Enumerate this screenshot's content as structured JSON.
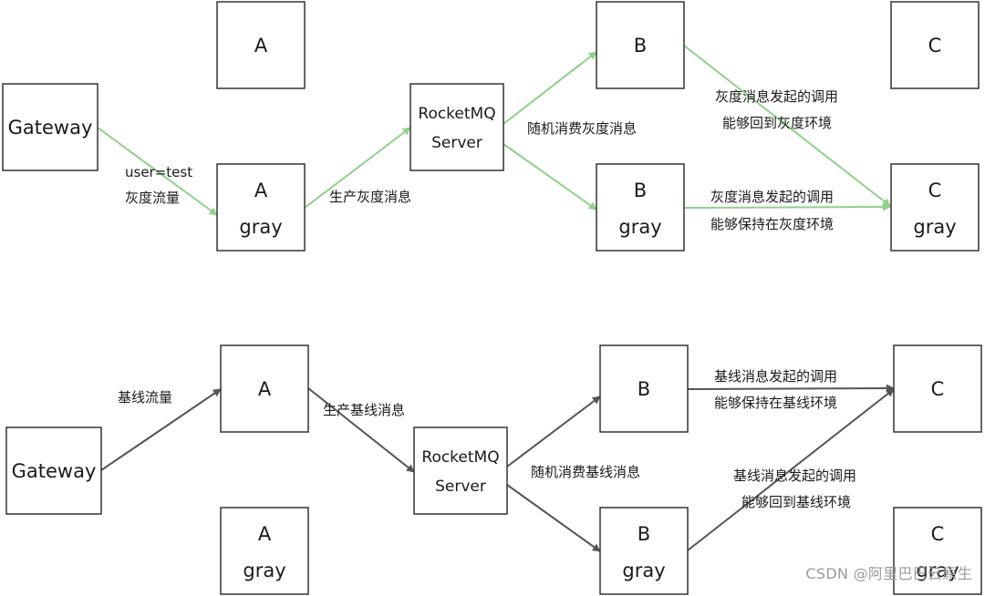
{
  "colors": {
    "gray_flow": "#8fd08a",
    "base_flow": "#555555",
    "box_border": "#333333",
    "text": "#1a1a1a",
    "watermark": "#9a9a9a"
  },
  "nodes": {
    "top_gateway": {
      "label1": "Gateway"
    },
    "top_a": {
      "label1": "A"
    },
    "top_a_gray": {
      "label1": "A",
      "label2": "gray"
    },
    "top_mq": {
      "label1": "RocketMQ",
      "label2": "Server"
    },
    "top_b": {
      "label1": "B"
    },
    "top_b_gray": {
      "label1": "B",
      "label2": "gray"
    },
    "top_c": {
      "label1": "C"
    },
    "top_c_gray": {
      "label1": "C",
      "label2": "gray"
    },
    "bottom_gateway": {
      "label1": "Gateway"
    },
    "bottom_a": {
      "label1": "A"
    },
    "bottom_a_gray": {
      "label1": "A",
      "label2": "gray"
    },
    "bottom_mq": {
      "label1": "RocketMQ",
      "label2": "Server"
    },
    "bottom_b": {
      "label1": "B"
    },
    "bottom_b_gray": {
      "label1": "B",
      "label2": "gray"
    },
    "bottom_c": {
      "label1": "C"
    },
    "bottom_c_gray": {
      "label1": "C",
      "label2": "gray"
    }
  },
  "edges": {
    "top_gateway_a_gray": {
      "line1": "user=test",
      "line2": "灰度流量"
    },
    "top_a_gray_mq": {
      "line1": "生产灰度消息"
    },
    "top_mq_b": {
      "line1": "随机消费灰度消息"
    },
    "top_b_c_gray": {
      "line1": "灰度消息发起的调用",
      "line2": "能够回到灰度环境"
    },
    "top_b_gray_c_gray": {
      "line1": "灰度消息发起的调用",
      "line2": "能够保持在灰度环境"
    },
    "bottom_gateway_a": {
      "line1": "基线流量"
    },
    "bottom_a_mq": {
      "line1": "生产基线消息"
    },
    "bottom_mq_b": {
      "line1": "随机消费基线消息"
    },
    "bottom_b_c": {
      "line1": "基线消息发起的调用",
      "line2": "能够保持在基线环境"
    },
    "bottom_b_gray_c": {
      "line1": "基线消息发起的调用",
      "line2": "能够回到基线环境"
    }
  },
  "watermark": "CSDN @阿里巴巴云原生"
}
